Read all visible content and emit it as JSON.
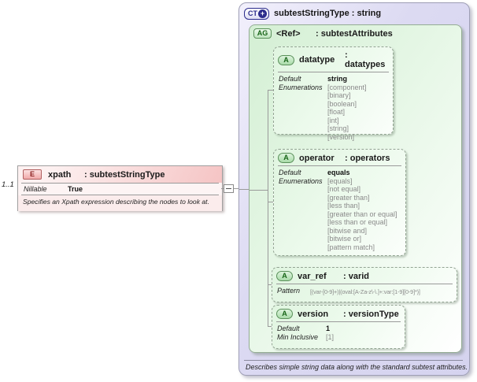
{
  "element": {
    "badge": "E",
    "name": "xpath",
    "type": ": subtestStringType",
    "cardinality": "1..1",
    "nillable_label": "Nillable",
    "nillable_value": "True",
    "annotation": "Specifies an Xpath expression describing the nodes to look at."
  },
  "complex_type": {
    "badge": "CT",
    "expand_icon": "+",
    "title": "subtestStringType : string",
    "annotation": "Describes simple string data along with the standard subtest attributes.",
    "attribute_group": {
      "badge": "AG",
      "name": "<Ref>",
      "type": ": subtestAttributes",
      "attributes": [
        {
          "badge": "A",
          "name": "datatype",
          "type": ": datatypes",
          "default_label": "Default",
          "default_value": "string",
          "enum_label": "Enumerations",
          "enum_values": [
            "[component]",
            "[binary]",
            "[boolean]",
            "[float]",
            "[int]",
            "[string]",
            "[version]"
          ]
        },
        {
          "badge": "A",
          "name": "operator",
          "type": ": operators",
          "default_label": "Default",
          "default_value": "equals",
          "enum_label": "Enumerations",
          "enum_values": [
            "[equals]",
            "[not equal]",
            "[greater than]",
            "[less than]",
            "[greater than or equal]",
            "[less than or equal]",
            "[bitwise and]",
            "[bitwise or]",
            "[pattern match]"
          ]
        },
        {
          "badge": "A",
          "name": "var_ref",
          "type": ": varid",
          "pattern_label": "Pattern",
          "pattern_value": "[(var-[0-9]+)|(oval:[A-Za-z\\-\\.]+:var:[1-9][0-9]*)]"
        },
        {
          "badge": "A",
          "name": "version",
          "type": ": versionType",
          "default_label": "Default",
          "default_value": "1",
          "min_label": "Min Inclusive",
          "min_value": "[1]"
        }
      ]
    }
  },
  "colors": {
    "element_fill": "#f5c8c8",
    "element_badge_text": "#8c2222",
    "complex_type_fill": "#d8d6f0",
    "ct_badge": "#2c2c8c",
    "attribute_group_fill": "#d9f1d9",
    "attribute_fill": "#e4f7e4",
    "badge_green_text": "#176417",
    "connector": "#9a9a9a"
  }
}
